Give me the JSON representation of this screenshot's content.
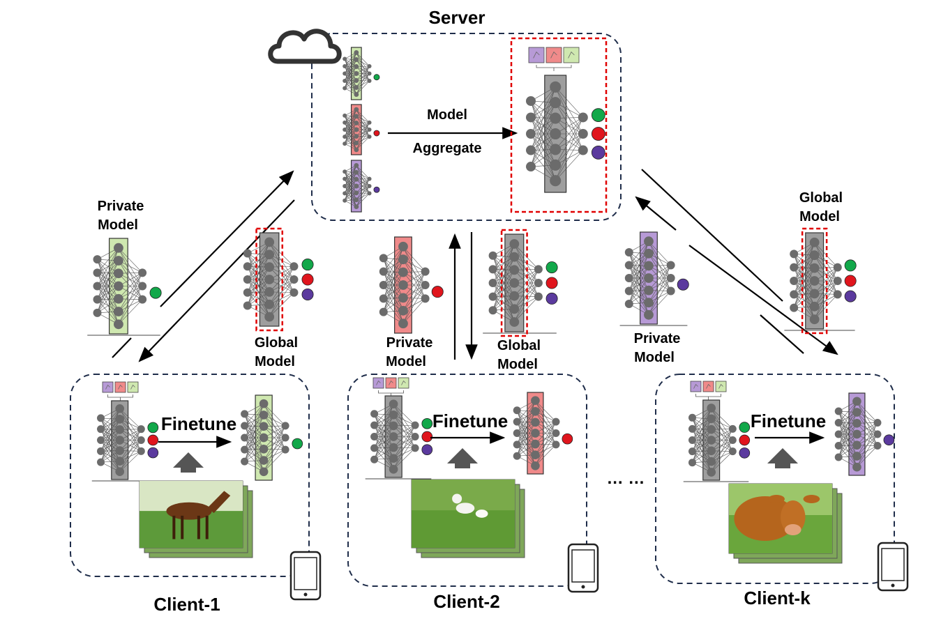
{
  "server": {
    "title": "Server",
    "aggregate_line1": "Model",
    "aggregate_line2": "Aggregate"
  },
  "labels": {
    "private_model_line1": "Private",
    "private_model_line2": "Model",
    "global_model_line1": "Global",
    "global_model_line2": "Model",
    "finetune": "Finetune",
    "ellipsis": "… …"
  },
  "clients": [
    {
      "name": "Client-1",
      "image": "horse-photo",
      "model_color": "#cfe8b0"
    },
    {
      "name": "Client-2",
      "image": "goats-photo",
      "model_color": "#f08a8a"
    },
    {
      "name": "Client-k",
      "image": "cow-photo",
      "model_color": "#b79ad6"
    }
  ],
  "colors": {
    "green_model": "#cfe8b0",
    "red_model": "#f08a8a",
    "purple_model": "#b79ad6",
    "global_model": "#9e9e9e",
    "output_green": "#12a84a",
    "output_red": "#e0151d",
    "output_purple": "#5b3a9e",
    "border_navy": "#1f2d4a",
    "highlight_red": "#e00000"
  },
  "icons": [
    "cloud-icon",
    "phone-icon"
  ]
}
